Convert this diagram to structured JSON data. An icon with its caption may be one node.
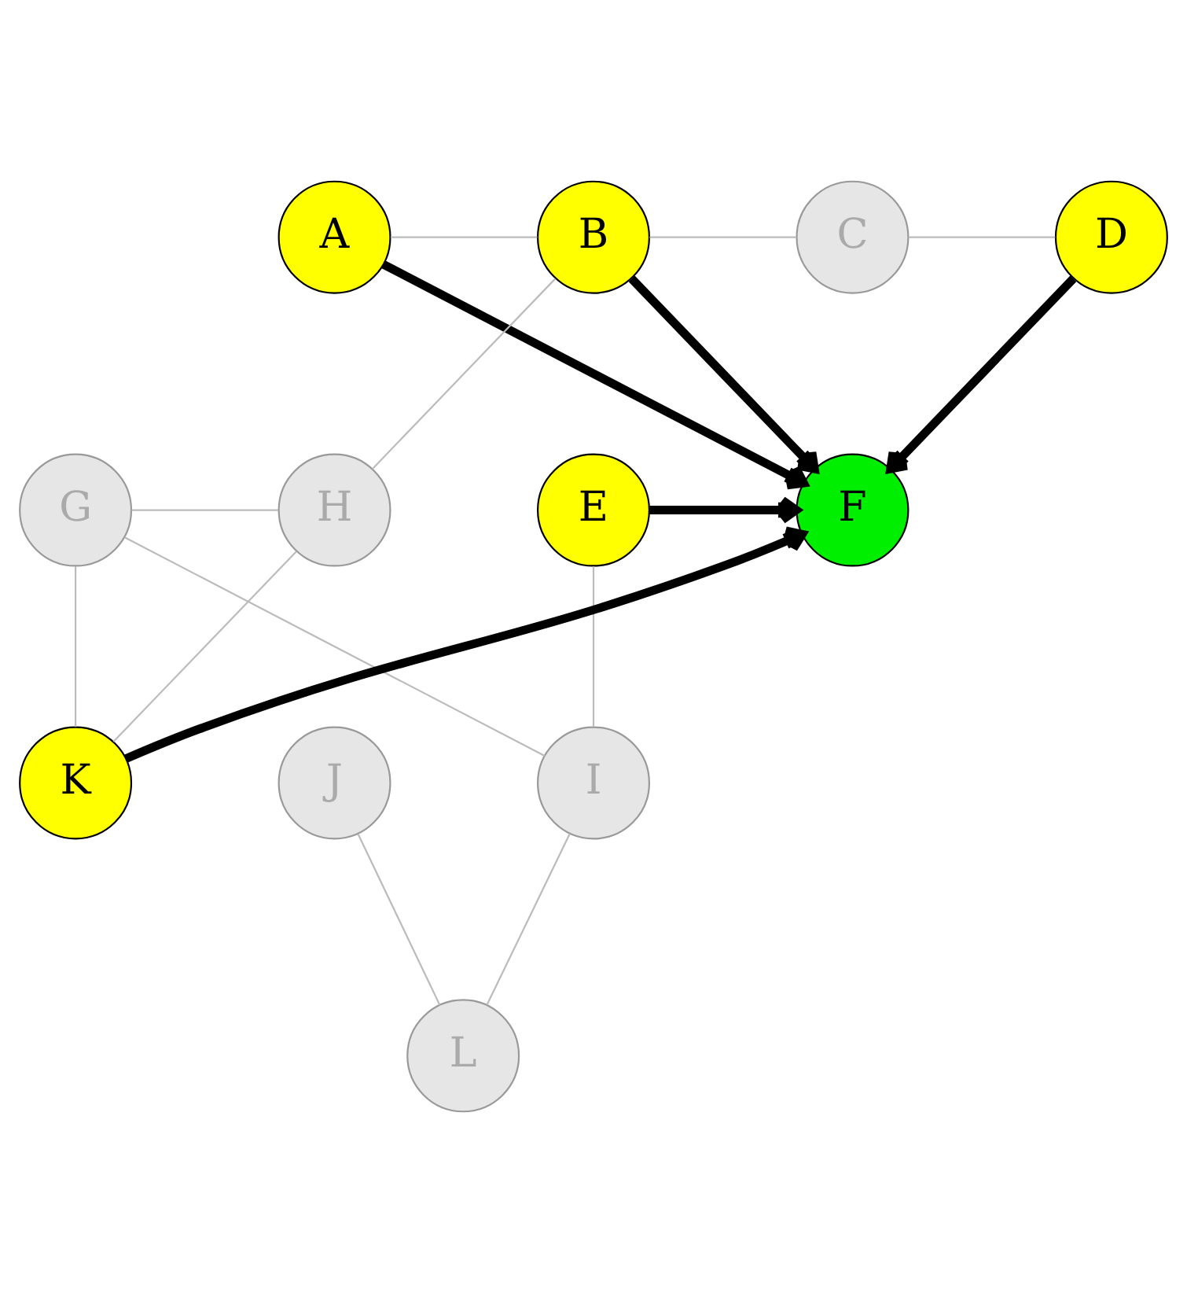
{
  "diagram": {
    "nodes": [
      {
        "text": [
          "A"
        ]
      },
      {
        "text": [
          "B"
        ]
      },
      {
        "text": [
          "C"
        ]
      },
      {
        "text": [
          "D"
        ]
      },
      {
        "text": [
          "E"
        ]
      },
      {
        "text": [
          "F"
        ]
      },
      {
        "text": [
          "G"
        ]
      },
      {
        "text": [
          "H"
        ]
      },
      {
        "text": [
          "I"
        ]
      },
      {
        "text": [
          "J"
        ]
      },
      {
        "text": [
          "K"
        ]
      },
      {
        "text": [
          "L"
        ]
      }
    ],
    "edges": [
      {
        "from": 0,
        "to": 1,
        "arrow": "none"
      },
      {
        "from": 1,
        "to": 2,
        "arrow": "none"
      },
      {
        "from": 2,
        "to": 3,
        "arrow": "none"
      },
      {
        "from": 1,
        "to": 7,
        "arrow": "none"
      },
      {
        "from": 0,
        "to": 5,
        "arrow": "to",
        "style": "thick",
        "color": "#000000"
      },
      {
        "from": 1,
        "to": 5,
        "arrow": "to",
        "style": "thick",
        "color": "#000000"
      },
      {
        "from": 3,
        "to": 5,
        "arrow": "to",
        "style": "thick",
        "color": "#000000"
      },
      {
        "from": 4,
        "to": 5,
        "arrow": "to",
        "style": "thick",
        "color": "#000000"
      },
      {
        "from": 6,
        "to": 7,
        "arrow": "none"
      },
      {
        "from": 4,
        "to": 8,
        "arrow": "none"
      },
      {
        "from": 6,
        "to": 8,
        "arrow": "none"
      },
      {
        "from": 6,
        "to": 10,
        "arrow": "none"
      },
      {
        "from": 7,
        "to": 10,
        "arrow": "none"
      },
      {
        "from": 10,
        "to": 5,
        "arrow": "to",
        "style": "thick",
        "color": "#000000"
      },
      {
        "from": 8,
        "to": 11,
        "arrow": "none"
      },
      {
        "from": 9,
        "to": 11,
        "arrow": "none"
      }
    ]
  }
}
